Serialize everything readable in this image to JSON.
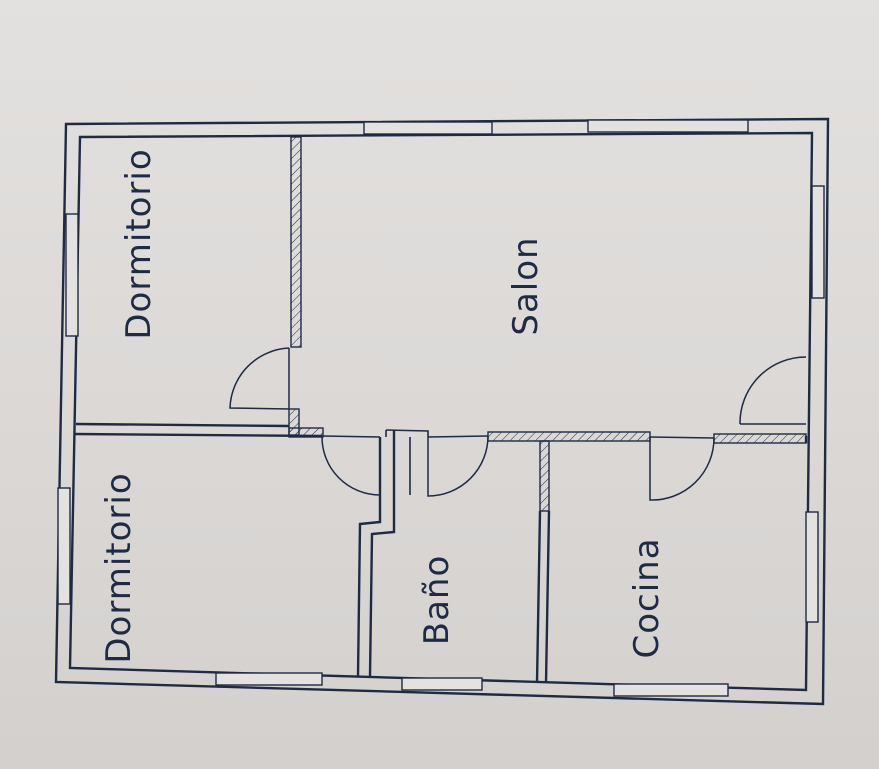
{
  "plan": {
    "rooms": {
      "dormitorio_top": "Dormitorio",
      "dormitorio_bottom": "Dormitorio",
      "salon": "Salon",
      "bano": "Baño",
      "cocina": "Cocina"
    }
  },
  "colors": {
    "ink": "#1f2a44",
    "paper": "#dcd9d7"
  }
}
